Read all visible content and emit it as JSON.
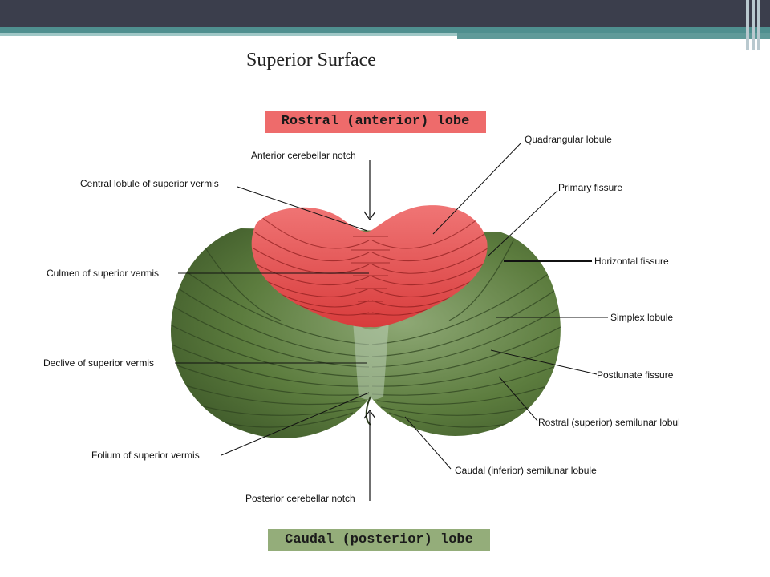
{
  "slide": {
    "title": "Superior Surface"
  },
  "diagram": {
    "top_lobe": "Rostral (anterior) lobe",
    "bottom_lobe": "Caudal (posterior) lobe",
    "labels": {
      "anterior_notch": "Anterior cerebellar notch",
      "quadrangular": "Quadrangular lobule",
      "central_lobule": "Central lobule of superior vermis",
      "primary_fissure": "Primary fissure",
      "horizontal_fissure": "Horizontal fissure",
      "culmen": "Culmen of superior vermis",
      "simplex": "Simplex lobule",
      "declive": "Declive of superior vermis",
      "postlunate": "Postlunate fissure",
      "rostral_semilunar": "Rostral (superior) semilunar lobul",
      "folium": "Folium of superior vermis",
      "caudal_semilunar": "Caudal (inferior) semilunar lobule",
      "posterior_notch": "Posterior cerebellar notch"
    },
    "colors": {
      "anterior_lobe": "#e64a4a",
      "posterior_lobe": "#5a7a3c",
      "vermis_highlight": "#b9cdb5"
    }
  }
}
